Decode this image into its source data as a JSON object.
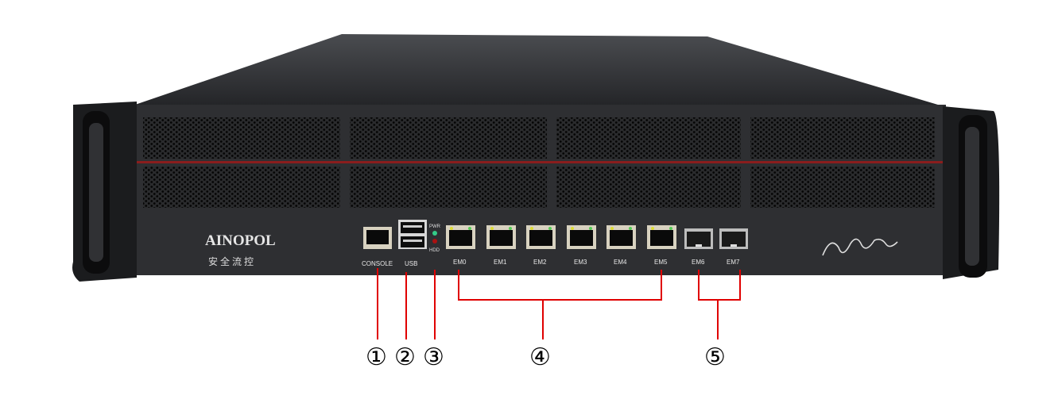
{
  "device": {
    "brand": "AINOPOL",
    "brand_subtitle": "安全流控",
    "signature": "signature",
    "led_labels": [
      "PWR",
      "HDD"
    ],
    "port_labels": {
      "console": "CONSOLE",
      "usb": "USB",
      "ethernet": [
        "EM0",
        "EM1",
        "EM2",
        "EM3",
        "EM4",
        "EM5"
      ],
      "sfp": [
        "EM6",
        "EM7"
      ]
    }
  },
  "callouts": [
    "①",
    "②",
    "③",
    "④",
    "⑤"
  ],
  "colors": {
    "callout_line": "#e00000",
    "chassis": "#2b2c2e",
    "accent_stripe": "#8a1d1d"
  }
}
